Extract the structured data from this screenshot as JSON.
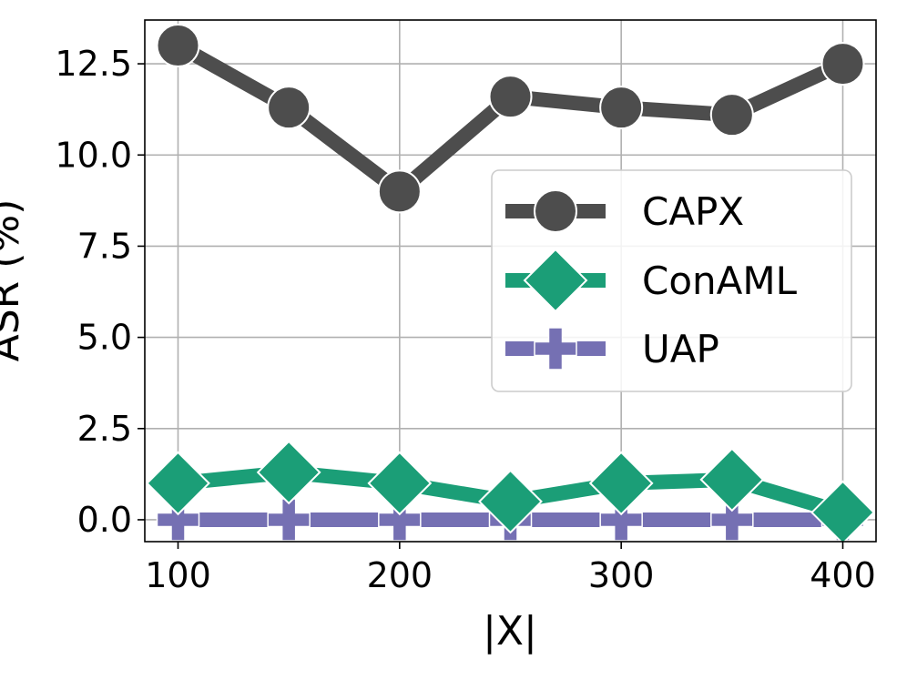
{
  "chart_data": {
    "type": "line",
    "title": "",
    "xlabel": "|X|",
    "ylabel": "ASR (%)",
    "x": [
      100,
      150,
      200,
      250,
      300,
      350,
      400
    ],
    "xlim": [
      85,
      415
    ],
    "ylim": [
      -0.6,
      13.7
    ],
    "xticks": [
      "100",
      "200",
      "300",
      "400"
    ],
    "yticks": [
      "0.0",
      "2.5",
      "5.0",
      "7.5",
      "10.0",
      "12.5"
    ],
    "grid": true,
    "legend_position": "center-right",
    "series": [
      {
        "name": "CAPX",
        "marker": "circle",
        "color": "#4d4d4d",
        "values": [
          13.0,
          11.3,
          9.0,
          11.6,
          11.3,
          11.1,
          12.5
        ]
      },
      {
        "name": "ConAML",
        "marker": "diamond",
        "color": "#1b9e77",
        "values": [
          1.0,
          1.3,
          1.0,
          0.5,
          1.0,
          1.1,
          0.2
        ]
      },
      {
        "name": "UAP",
        "marker": "plus",
        "color": "#7570b3",
        "values": [
          0.0,
          0.0,
          0.0,
          0.0,
          0.0,
          0.0,
          0.0
        ]
      }
    ]
  }
}
